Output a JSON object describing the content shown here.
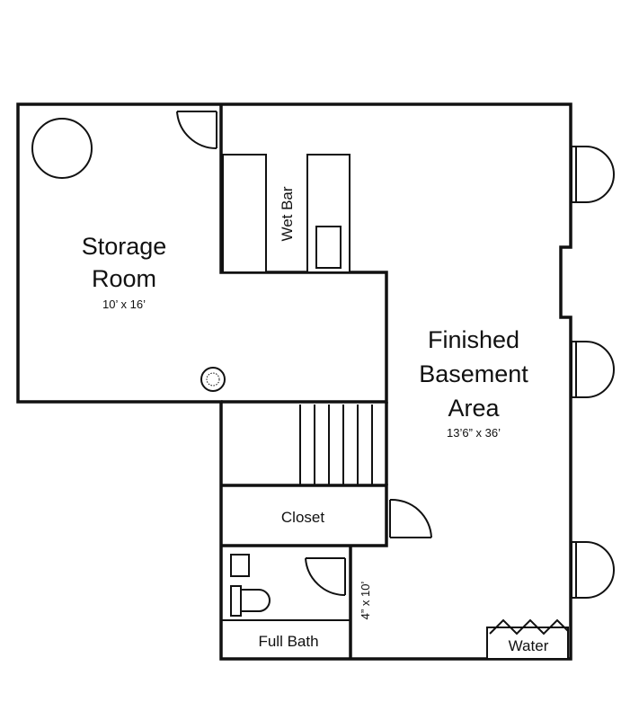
{
  "rooms": {
    "storage": {
      "name_line1": "Storage",
      "name_line2": "Room",
      "size": "10’ x 16’"
    },
    "basement": {
      "name_line1": "Finished",
      "name_line2": "Basement",
      "name_line3": "Area",
      "size": "13’6” x 36’"
    }
  },
  "labels": {
    "wet_bar": "Wet Bar",
    "closet": "Closet",
    "full_bath": "Full Bath",
    "bath_size": "4” x 10’",
    "water": "Water"
  }
}
